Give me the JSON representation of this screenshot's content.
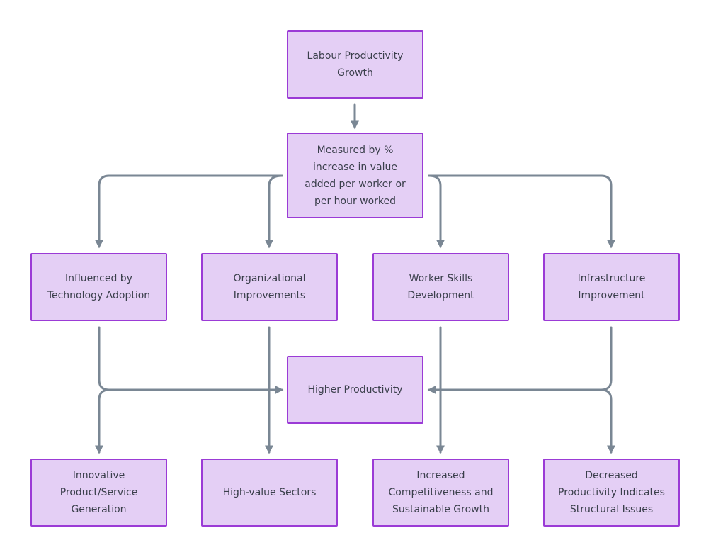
{
  "colors": {
    "node_fill": "#e4cff5",
    "node_border": "#9b3bd6",
    "edge": "#7a8794",
    "text": "#3a3f4b"
  },
  "nodes": {
    "labour_productivity_growth": "Labour Productivity\nGrowth",
    "measured_by": "Measured by %\nincrease in value\nadded per worker or\nper hour worked",
    "technology_adoption": "Influenced by\nTechnology Adoption",
    "organizational_improvements": "Organizational\nImprovements",
    "worker_skills": "Worker Skills\nDevelopment",
    "infrastructure": "Infrastructure\nImprovement",
    "higher_productivity": "Higher Productivity",
    "innovative_generation": "Innovative\nProduct/Service\nGeneration",
    "high_value_sectors": "High-value Sectors",
    "competitiveness": "Increased\nCompetitiveness and\nSustainable Growth",
    "decreased_productivity": "Decreased\nProductivity Indicates\nStructural Issues"
  },
  "edges": [
    {
      "from": "labour_productivity_growth",
      "to": "measured_by"
    },
    {
      "from": "measured_by",
      "to": "technology_adoption"
    },
    {
      "from": "measured_by",
      "to": "organizational_improvements"
    },
    {
      "from": "measured_by",
      "to": "worker_skills"
    },
    {
      "from": "measured_by",
      "to": "infrastructure"
    },
    {
      "from": "technology_adoption",
      "to": "higher_productivity"
    },
    {
      "from": "infrastructure",
      "to": "higher_productivity"
    },
    {
      "from": "technology_adoption",
      "to": "innovative_generation"
    },
    {
      "from": "organizational_improvements",
      "to": "high_value_sectors"
    },
    {
      "from": "worker_skills",
      "to": "competitiveness"
    },
    {
      "from": "infrastructure",
      "to": "decreased_productivity"
    }
  ]
}
